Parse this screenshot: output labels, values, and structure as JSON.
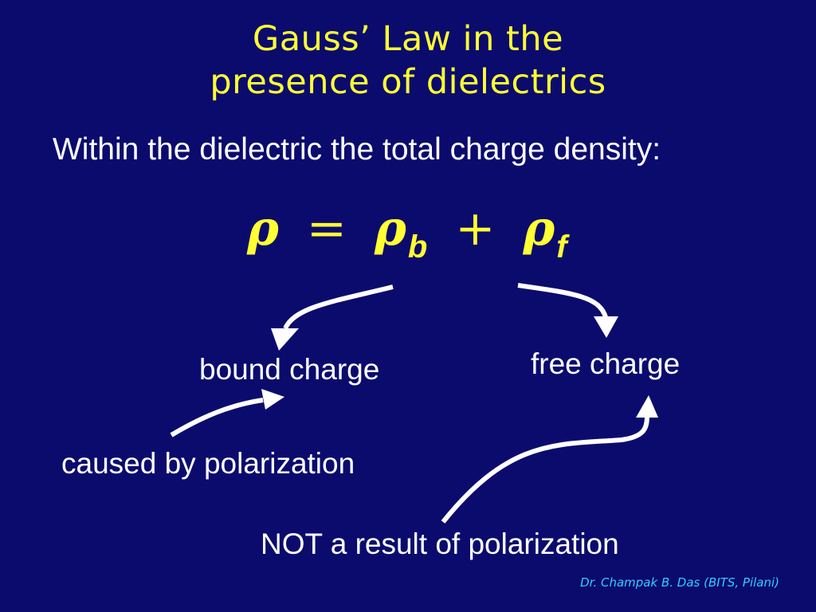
{
  "slide": {
    "title_line1": "Gauss’ Law in the",
    "title_line2": "presence of dielectrics",
    "subtitle": "Within the dielectric the total charge density:",
    "equation": {
      "lhs": "ρ",
      "equals": "=",
      "term1": "ρ",
      "term1_sub": "b",
      "plus": "+",
      "term2": "ρ",
      "term2_sub": "f"
    },
    "labels": {
      "bound": "bound charge",
      "free": "free charge",
      "caused": "caused by polarization",
      "not_result": "NOT a result of polarization"
    },
    "footer": "Dr. Champak B. Das (BITS, Pilani)"
  },
  "colors": {
    "background": "#0b0b6e",
    "title": "#ffff33",
    "text": "#ffffff",
    "footer": "#33ccff"
  }
}
